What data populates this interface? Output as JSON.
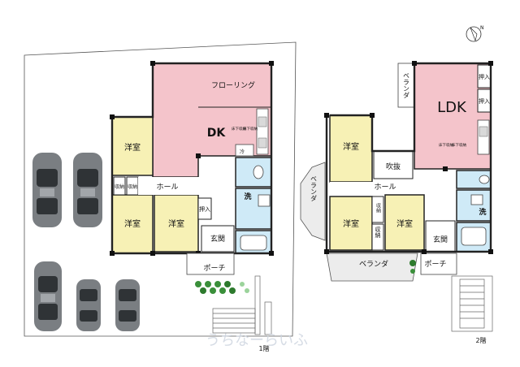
{
  "floor1": {
    "flooring": "フローリング",
    "dk": "DK",
    "western_tl": "洋室",
    "western_bl": "洋室",
    "western_br": "洋室",
    "storage_a": "収納",
    "storage_b": "収納",
    "hall": "ホール",
    "closet": "押入",
    "entrance": "玄関",
    "porch": "ポーチ",
    "washroom": "洗",
    "pantry": "冷",
    "floor_label": "1階",
    "under_floor_1": "床下収納",
    "under_floor_2": "床下収納"
  },
  "floor2": {
    "ldk": "LDK",
    "balcony_top": "ベランダ",
    "closet_top1": "押入",
    "closet_top2": "押入",
    "western_left": "洋室",
    "atrium": "吹抜",
    "hall": "ホール",
    "balcony_side": "ベランダ",
    "western_mid": "洋室",
    "storage_a": "収納",
    "storage_b": "収納",
    "western_right": "洋室",
    "entrance": "玄関",
    "washroom": "洗",
    "balcony_bottom": "ベランダ",
    "porch": "ポーチ",
    "floor_label": "2階",
    "under_floor_1": "床下収納",
    "under_floor_2": "床下収納"
  },
  "watermark": "うちなーらいふ",
  "compass": "N",
  "colors": {
    "wall": "#222222",
    "western_room": "#f7f1b5",
    "flooring": "#f4c4cb",
    "wet_area": "#cfeaf7",
    "car": "#6b6f73"
  }
}
